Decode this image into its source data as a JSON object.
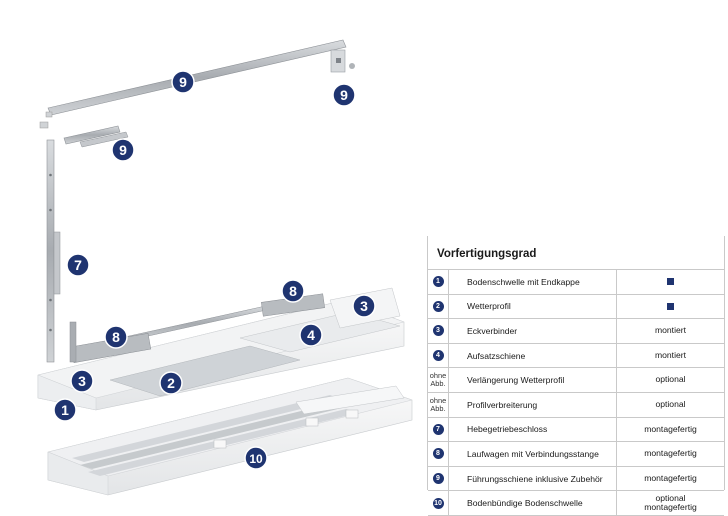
{
  "diagram": {
    "markers": [
      "9",
      "9",
      "9",
      "7",
      "8",
      "8",
      "3",
      "3",
      "4",
      "2",
      "1",
      "10"
    ]
  },
  "legend": {
    "title": "Vorfertigungsgrad",
    "rows": [
      {
        "num": "1",
        "name": "Bodenschwelle mit Endkappe",
        "status": "",
        "square": true
      },
      {
        "num": "2",
        "name": "Wetterprofil",
        "status": "",
        "square": true
      },
      {
        "num": "3",
        "name": "Eckverbinder",
        "status": "montiert",
        "square": false
      },
      {
        "num": "4",
        "name": "Aufsatzschiene",
        "status": "montiert",
        "square": false
      },
      {
        "num": "",
        "num_text": "ohne\nAbb.",
        "name": "Verlängerung Wetterprofil",
        "status": "optional",
        "square": false
      },
      {
        "num": "",
        "num_text": "ohne\nAbb.",
        "name": "Profilverbreiterung",
        "status": "optional",
        "square": false
      },
      {
        "num": "7",
        "name": "Hebegetriebeschloss",
        "status": "montagefertig",
        "square": false
      },
      {
        "num": "8",
        "name": "Laufwagen mit Verbindungsstange",
        "status": "montagefertig",
        "square": false
      },
      {
        "num": "9",
        "name": "Führungsschiene inklusive Zubehör",
        "status": "montagefertig",
        "square": false
      },
      {
        "num": "10",
        "name": "Bodenbündige Bodenschwelle",
        "status": "optional\nmontagefertig",
        "square": false
      }
    ]
  },
  "colors": {
    "marker": "#1f3470",
    "metal": "#b9bdc2",
    "profile": "#e6e8ea"
  }
}
